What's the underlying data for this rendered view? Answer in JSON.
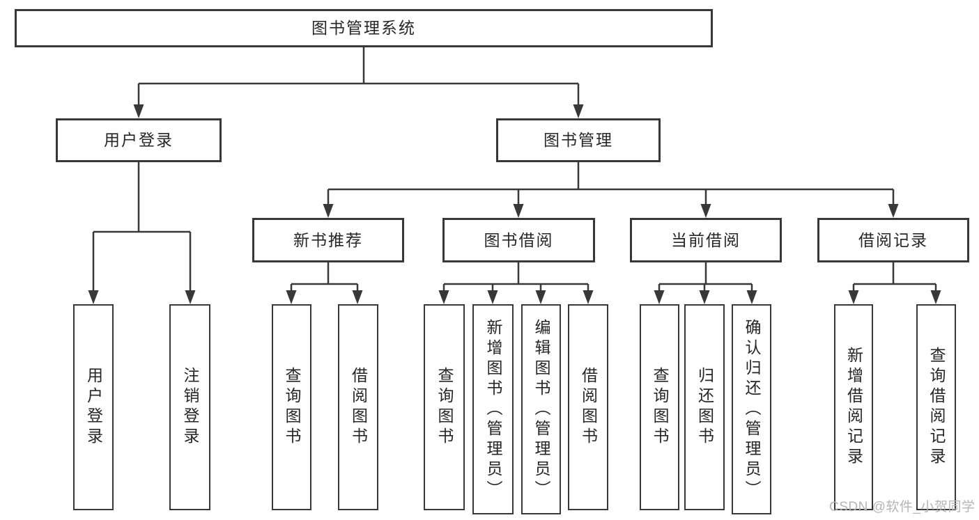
{
  "diagram": {
    "root": {
      "label": "图书管理系统"
    },
    "branches": [
      {
        "label": "用户登录",
        "children": [
          {
            "label": "用户登录"
          },
          {
            "label": "注销登录"
          }
        ]
      },
      {
        "label": "图书管理",
        "children": [
          {
            "label": "新书推荐",
            "children": [
              {
                "label": "查询图书"
              },
              {
                "label": "借阅图书"
              }
            ]
          },
          {
            "label": "图书借阅",
            "children": [
              {
                "label": "查询图书"
              },
              {
                "label": "新增图书（管理员）"
              },
              {
                "label": "编辑图书（管理员）"
              },
              {
                "label": "借阅图书"
              }
            ]
          },
          {
            "label": "当前借阅",
            "children": [
              {
                "label": "查询图书"
              },
              {
                "label": "归还图书"
              },
              {
                "label": "确认归还（管理员）"
              }
            ]
          },
          {
            "label": "借阅记录",
            "children": [
              {
                "label": "新增借阅记录"
              },
              {
                "label": "查询借阅记录"
              }
            ]
          }
        ]
      }
    ],
    "watermark": "CSDN @软件_小贺同学",
    "colors": {
      "line": "#383838",
      "text": "#262626",
      "box_background": "#ffffff",
      "watermark": "#b5b5b5",
      "background": "#ffffff"
    }
  }
}
